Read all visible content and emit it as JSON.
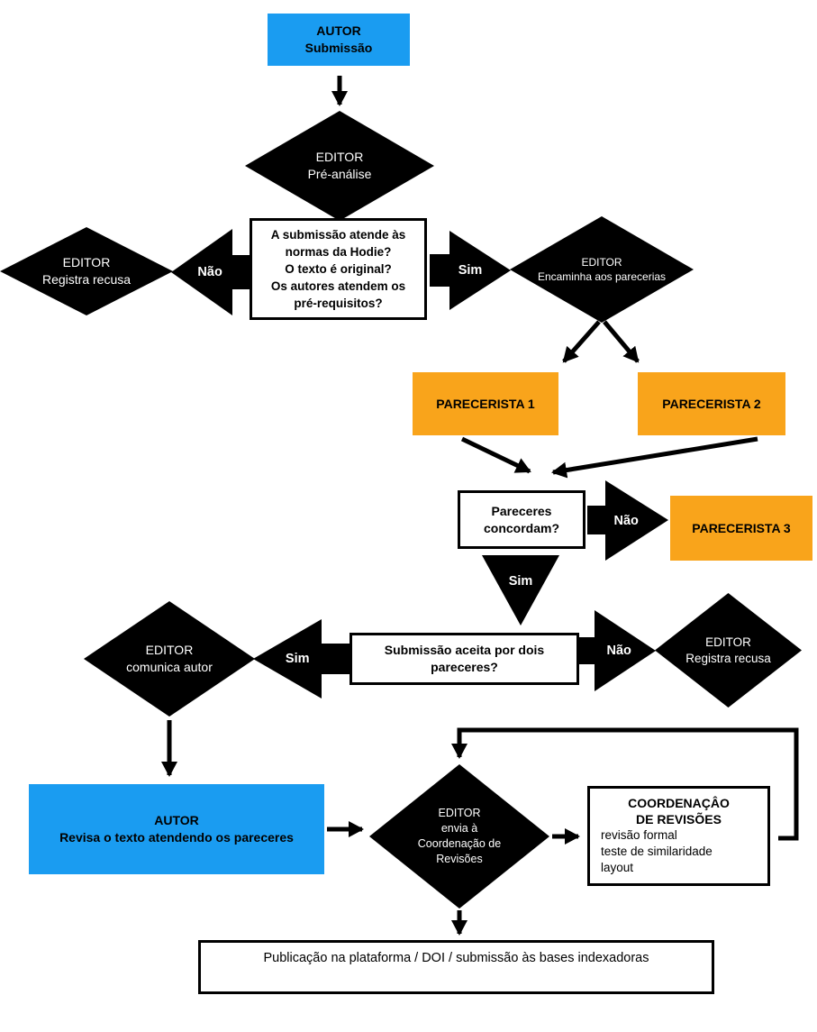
{
  "colors": {
    "accent_blue": "#1A9CF1",
    "accent_orange": "#F9A41B",
    "shape_black": "#000000",
    "box_white": "#FFFFFF"
  },
  "nodes": {
    "autor_submissao": {
      "title": "AUTOR",
      "subtitle": "Submissão"
    },
    "pre_analise": {
      "title": "EDITOR",
      "subtitle": "Pré-análise"
    },
    "registra_recusa_1": {
      "title": "EDITOR",
      "subtitle": "Registra recusa"
    },
    "normas_question": {
      "text": "A submissão atende às\nnormas da Hodie?\nO texto é original?\nOs autores atendem os\npré-requisitos?"
    },
    "encaminha": {
      "title": "EDITOR",
      "subtitle": "Encaminha aos parecerias"
    },
    "parecerista_1": {
      "label": "PARECERISTA 1"
    },
    "parecerista_2": {
      "label": "PARECERISTA 2"
    },
    "pareceres_concordam": {
      "text": "Pareceres\nconcordam?"
    },
    "parecerista_3": {
      "label": "PARECERISTA 3"
    },
    "aceita_question": {
      "text": "Submissão aceita por dois\npareceres?"
    },
    "comunica_autor": {
      "title": "EDITOR",
      "subtitle": "comunica autor"
    },
    "registra_recusa_2": {
      "title": "EDITOR",
      "subtitle": "Registra recusa"
    },
    "autor_revisa": {
      "title": "AUTOR",
      "subtitle": "Revisa o texto atendendo os pareceres"
    },
    "envia_coordenacao": {
      "title": "EDITOR",
      "subtitle": "envia à\nCoordenação de\nRevisões"
    },
    "coordenacao": {
      "title": "COORDENAÇÂO\nDE REVISÕES",
      "items": "revisão formal\nteste de similaridade\nlayout"
    },
    "publicacao": {
      "text": "Publicação na plataforma / DOI / submissão às bases indexadoras"
    }
  },
  "labels": {
    "no_preanalise": "Não",
    "yes_preanalise": "Sim",
    "no_concordam": "Não",
    "yes_concordam": "Sim",
    "yes_aceita": "Sim",
    "no_aceita": "Não"
  }
}
